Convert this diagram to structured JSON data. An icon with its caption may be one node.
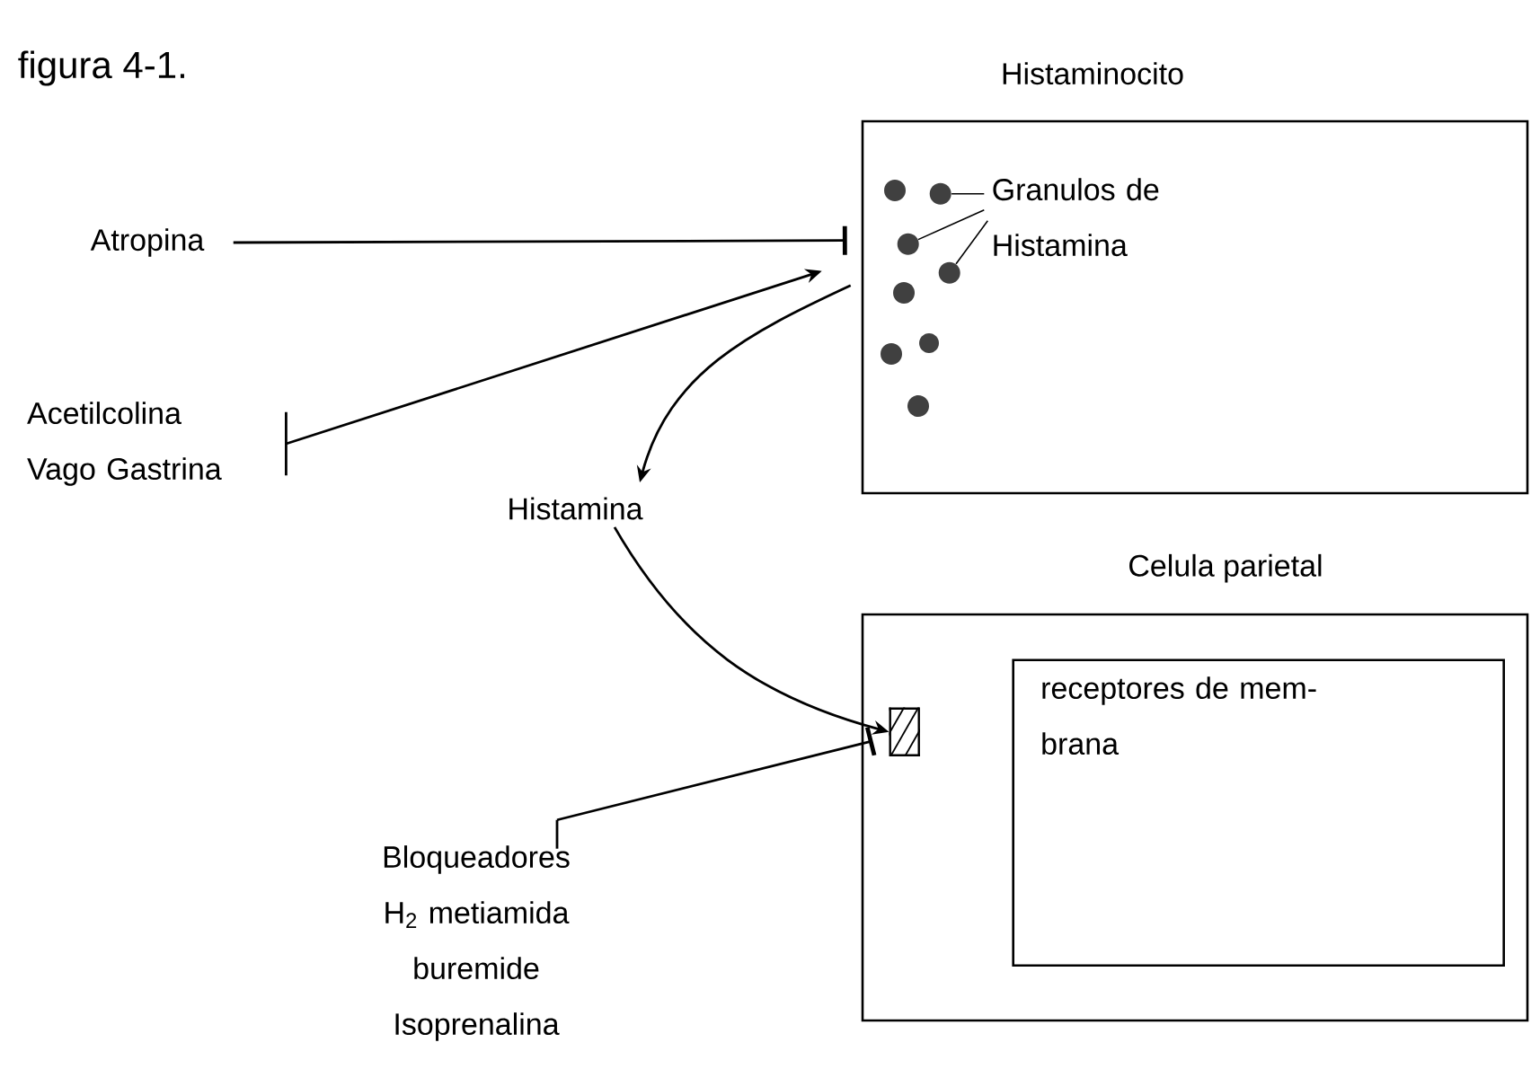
{
  "diagram": {
    "nodes": [
      {
        "text": [
          "Histaminocito"
        ]
      },
      {
        "text": [
          "Granulos de Histamina"
        ],
        "in": 0
      },
      {
        "text": [],
        "shape": "circle",
        "in": 0
      },
      {
        "text": [],
        "shape": "circle",
        "in": 0
      },
      {
        "text": [],
        "shape": "circle",
        "in": 0
      },
      {
        "text": [
          "Atropina"
        ]
      },
      {
        "text": [
          "Acetilcolina Vago Gastrina"
        ]
      },
      {
        "text": [
          "Histamina"
        ]
      },
      {
        "text": [
          "Celula parietal"
        ]
      },
      {
        "text": [
          "receptores de mem- brana"
        ],
        "in": 8
      },
      {
        "text": [],
        "shape": "box",
        "in": 8
      },
      {
        "text": [
          "Bloqueadores H$_{2}$ metiamida buremide Isoprenalina"
        ]
      }
    ],
    "edges": [
      {
        "from": 5,
        "to": 0,
        "arrow": "other"
      },
      {
        "from": 6,
        "to": 0,
        "arrow": "to"
      },
      {
        "from": 0,
        "to": 7,
        "arrow": "to"
      },
      {
        "from": 7,
        "to": 10,
        "arrow": "to"
      },
      {
        "from": 11,
        "to": 10,
        "arrow": "other"
      },
      {
        "from": 1,
        "to": 2,
        "arrow": "none"
      },
      {
        "from": 1,
        "to": 3,
        "arrow": "none"
      },
      {
        "from": 1,
        "to": 4,
        "arrow": "none"
      }
    ],
    "labels": [
      "figura 4-1."
    ]
  }
}
